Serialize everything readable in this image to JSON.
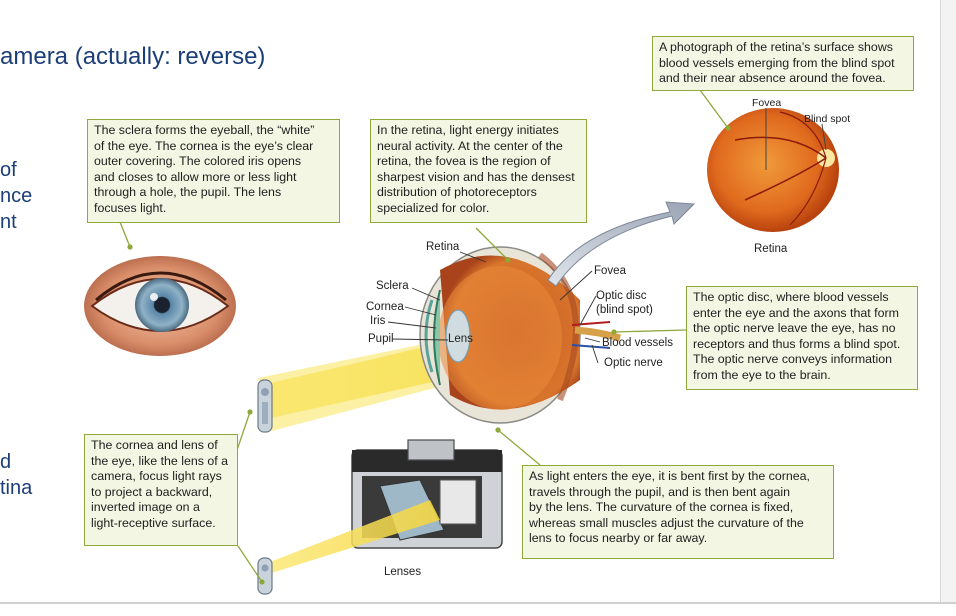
{
  "slide": {
    "title": "amera (actually: reverse)",
    "left_fragments_top": [
      "of",
      "nce",
      "nt"
    ],
    "left_fragments_bottom": [
      "d",
      "tina"
    ]
  },
  "captions": {
    "sclera": [
      "The sclera forms the eyeball, the “white”",
      "of the eye. The cornea is the eye’s clear",
      "outer  covering. The colored iris opens",
      "and closes to allow more or less light",
      "through a hole, the pupil. The lens",
      "focuses light."
    ],
    "retina": [
      "In the retina, light energy initiates",
      "neural activity. At the center of the",
      "retina, the fovea is the region of",
      "sharpest vision and has the densest",
      "distribution of photoreceptors",
      "specialized for color."
    ],
    "photo": [
      "A photograph of the retina’s surface shows",
      "blood vessels emerging from the blind spot",
      "and their near absence around the fovea."
    ],
    "optic": [
      "The optic disc, where blood vessels",
      "enter the eye and the axons that form",
      "the optic nerve leave the eye, has no",
      "receptors and thus forms a blind spot.",
      "The optic nerve conveys information",
      "from the eye to the brain."
    ],
    "camera": [
      "The cornea and lens of",
      "the eye, like the lens of a",
      "camera, focus light rays",
      "to project a backward,",
      "inverted image on a",
      "light-receptive surface."
    ],
    "light": [
      "As light enters the eye, it is bent first by the cornea,",
      "travels through the pupil, and is then bent again",
      "by the lens. The curvature of the cornea is fixed,",
      "whereas small muscles adjust the curvature of the",
      "lens to focus nearby or far away."
    ]
  },
  "labels": {
    "retina": "Retina",
    "sclera": "Sclera",
    "cornea": "Cornea",
    "iris": "Iris",
    "pupil": "Pupil",
    "lens": "Lens",
    "fovea": "Fovea",
    "optic_disc": "Optic disc",
    "blind_spot_paren": "(blind spot)",
    "blood_vessels": "Blood vessels",
    "optic_nerve": "Optic nerve",
    "photo_fovea": "Fovea",
    "photo_blind_spot": "Blind spot",
    "photo_retina": "Retina",
    "lenses": "Lenses"
  },
  "colors": {
    "title_blue": "#1c3e78",
    "caption_bg": "#f2f6e2",
    "caption_border": "#8ea83a",
    "beam_yellow": "#f6e15a",
    "retina_orange": "#e07a20"
  }
}
